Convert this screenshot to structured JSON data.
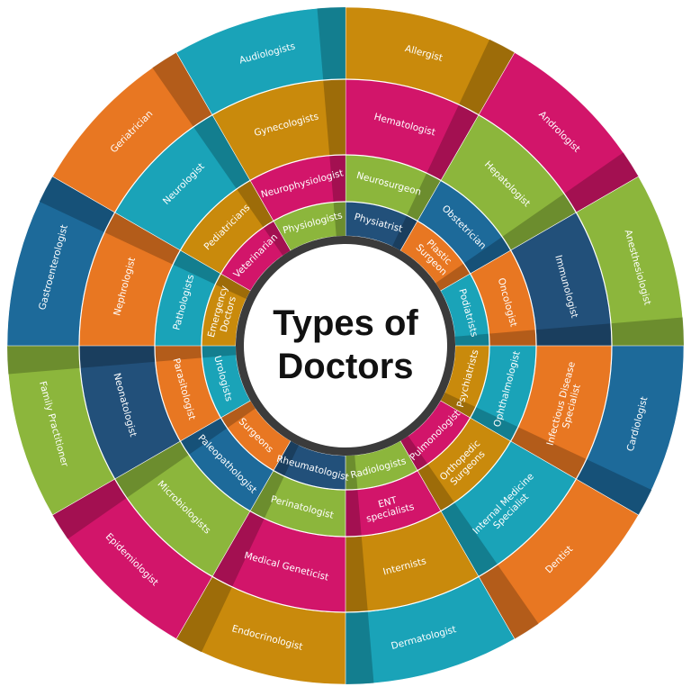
{
  "title": {
    "line1": "Types of",
    "line2": "Doctors"
  },
  "palette": {
    "teal": "#1aa3b8",
    "orange": "#e87722",
    "magenta": "#d2156a",
    "green": "#8cb63c",
    "navy": "#22507a",
    "gold": "#c98a0c",
    "blue": "#1d6a9a",
    "red": "#b83a2e"
  },
  "rings": [
    {
      "name": "outer",
      "segments": [
        {
          "label": "Allergist",
          "color": "#c98a0c"
        },
        {
          "label": "Andrologist",
          "color": "#d2156a"
        },
        {
          "label": "Anesthesiologist",
          "color": "#8cb63c"
        },
        {
          "label": "Cardiologist",
          "color": "#1d6a9a"
        },
        {
          "label": "Dentist",
          "color": "#e87722"
        },
        {
          "label": "Dermatologist",
          "color": "#1aa3b8"
        },
        {
          "label": "Endocrinologist",
          "color": "#c98a0c"
        },
        {
          "label": "Epidemiologist",
          "color": "#d2156a"
        },
        {
          "label": "Family Practitioner",
          "color": "#8cb63c"
        },
        {
          "label": "Gastroenterologist",
          "color": "#1d6a9a"
        },
        {
          "label": "Geriatrician",
          "color": "#e87722"
        },
        {
          "label": "Audiologists",
          "color": "#1aa3b8"
        }
      ]
    },
    {
      "name": "second",
      "segments": [
        {
          "label": "Hematologist",
          "color": "#d2156a"
        },
        {
          "label": "Hepatologist",
          "color": "#8cb63c"
        },
        {
          "label": "Immunologist",
          "color": "#22507a"
        },
        {
          "label": "Infectious Disease Specialist",
          "color": "#e87722"
        },
        {
          "label": "Internal Medicine Specialist",
          "color": "#1aa3b8"
        },
        {
          "label": "Internists",
          "color": "#c98a0c"
        },
        {
          "label": "Medical Geneticist",
          "color": "#d2156a"
        },
        {
          "label": "Microbiologists",
          "color": "#8cb63c"
        },
        {
          "label": "Neonatologist",
          "color": "#22507a"
        },
        {
          "label": "Nephrologist",
          "color": "#e87722"
        },
        {
          "label": "Neurologist",
          "color": "#1aa3b8"
        },
        {
          "label": "Gynecologists",
          "color": "#c98a0c"
        }
      ]
    },
    {
      "name": "third",
      "segments": [
        {
          "label": "Neurosurgeon",
          "color": "#8cb63c"
        },
        {
          "label": "Obstetrician",
          "color": "#1d6a9a"
        },
        {
          "label": "Oncologist",
          "color": "#e87722"
        },
        {
          "label": "Ophthalmologist",
          "color": "#1aa3b8"
        },
        {
          "label": "Orthopedic Surgeons",
          "color": "#c98a0c"
        },
        {
          "label": "ENT specialists",
          "color": "#d2156a"
        },
        {
          "label": "Perinatologist",
          "color": "#8cb63c"
        },
        {
          "label": "Paleopathologist",
          "color": "#1d6a9a"
        },
        {
          "label": "Parasitologist",
          "color": "#e87722"
        },
        {
          "label": "Pathologists",
          "color": "#1aa3b8"
        },
        {
          "label": "Pediatricians",
          "color": "#c98a0c"
        },
        {
          "label": "Neurophysiologist",
          "color": "#d2156a"
        }
      ]
    },
    {
      "name": "inner",
      "segments": [
        {
          "label": "Physiatrist",
          "color": "#22507a"
        },
        {
          "label": "Plastic Surgeon",
          "color": "#e87722"
        },
        {
          "label": "Podiatrists",
          "color": "#1aa3b8"
        },
        {
          "label": "Psychiatrists",
          "color": "#c98a0c"
        },
        {
          "label": "Pulmonologist",
          "color": "#d2156a"
        },
        {
          "label": "Radiologists",
          "color": "#8cb63c"
        },
        {
          "label": "Rheumatologist",
          "color": "#22507a"
        },
        {
          "label": "Surgeons",
          "color": "#e87722"
        },
        {
          "label": "Urologists",
          "color": "#1aa3b8"
        },
        {
          "label": "Emergency Doctors",
          "color": "#c98a0c"
        },
        {
          "label": "Veterinarian",
          "color": "#d2156a"
        },
        {
          "label": "Physiologists",
          "color": "#8cb63c"
        }
      ]
    }
  ]
}
